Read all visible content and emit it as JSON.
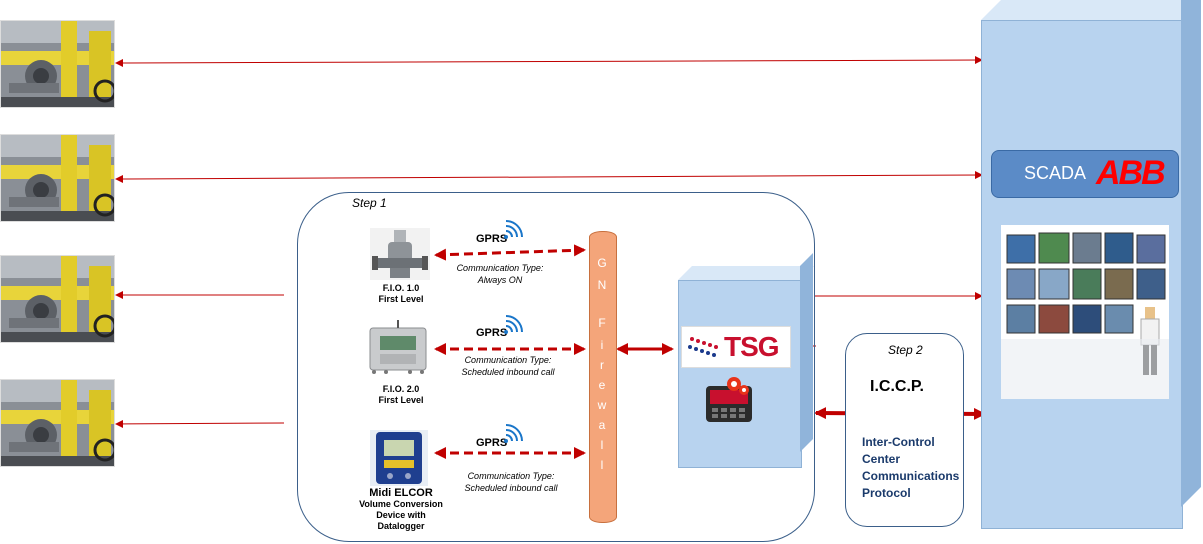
{
  "step1": {
    "label": "Step 1"
  },
  "step2": {
    "label": "Step 2",
    "title": "I.C.C.P.",
    "desc_lines": [
      "Inter-Control",
      "Center",
      "Communications",
      "Protocol"
    ]
  },
  "devices": [
    {
      "gprs": "GPRS",
      "comm_lines": [
        "Communication Type:",
        "Always ON"
      ],
      "label_lines": [
        "F.I.O. 1.0",
        "First Level"
      ]
    },
    {
      "gprs": "GPRS",
      "comm_lines": [
        "Communication Type:",
        "Scheduled inbound call"
      ],
      "label_lines": [
        "F.I.O. 2.0",
        "First Level"
      ]
    },
    {
      "gprs": "GPRS",
      "comm_lines": [
        "Communication Type:",
        "Scheduled inbound call"
      ],
      "label_lines": [
        "Midi ELCOR",
        "Volume Conversion",
        "Device with",
        "Datalogger"
      ]
    }
  ],
  "firewall": {
    "letters": [
      "G",
      "N",
      "",
      "F",
      "i",
      "r",
      "e",
      "w",
      "a",
      "l",
      "l"
    ]
  },
  "tsg": {
    "logo_text": "TSG"
  },
  "scada": {
    "label": "SCADA",
    "brand": "ABB"
  },
  "colors": {
    "arrow": "#c00000",
    "firewall": "#f4a57a",
    "tower": "#b8d3ef",
    "scada_badge": "#5b8bc7",
    "abb": "#ff0000"
  },
  "icons": [
    "station-photo",
    "wireless-signal-icon",
    "regulator-device-icon",
    "fio-box-icon",
    "elcor-device-icon",
    "tsg-logo",
    "control-panel-icon",
    "scada-screens-image"
  ]
}
